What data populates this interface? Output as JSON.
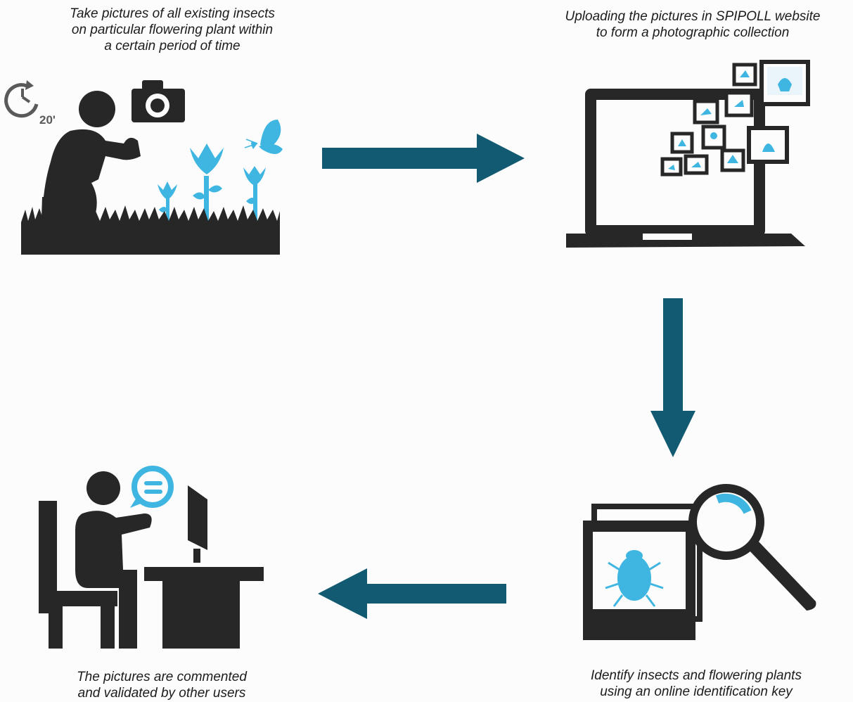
{
  "steps": [
    {
      "lines": [
        "Take pictures of all existing insects",
        "on particular flowering plant within",
        "a certain period of time"
      ],
      "timer_label": "20'"
    },
    {
      "lines": [
        "Uploading the pictures in SPIPOLL website",
        "to form a photographic collection"
      ]
    },
    {
      "lines": [
        "Identify insects and flowering plants",
        "using an online identification key"
      ]
    },
    {
      "lines": [
        "The pictures are commented",
        "and validated by other users"
      ]
    }
  ],
  "colors": {
    "icon_dark": "#272727",
    "accent_blue": "#3fb6e1",
    "arrow_teal": "#115a72"
  }
}
